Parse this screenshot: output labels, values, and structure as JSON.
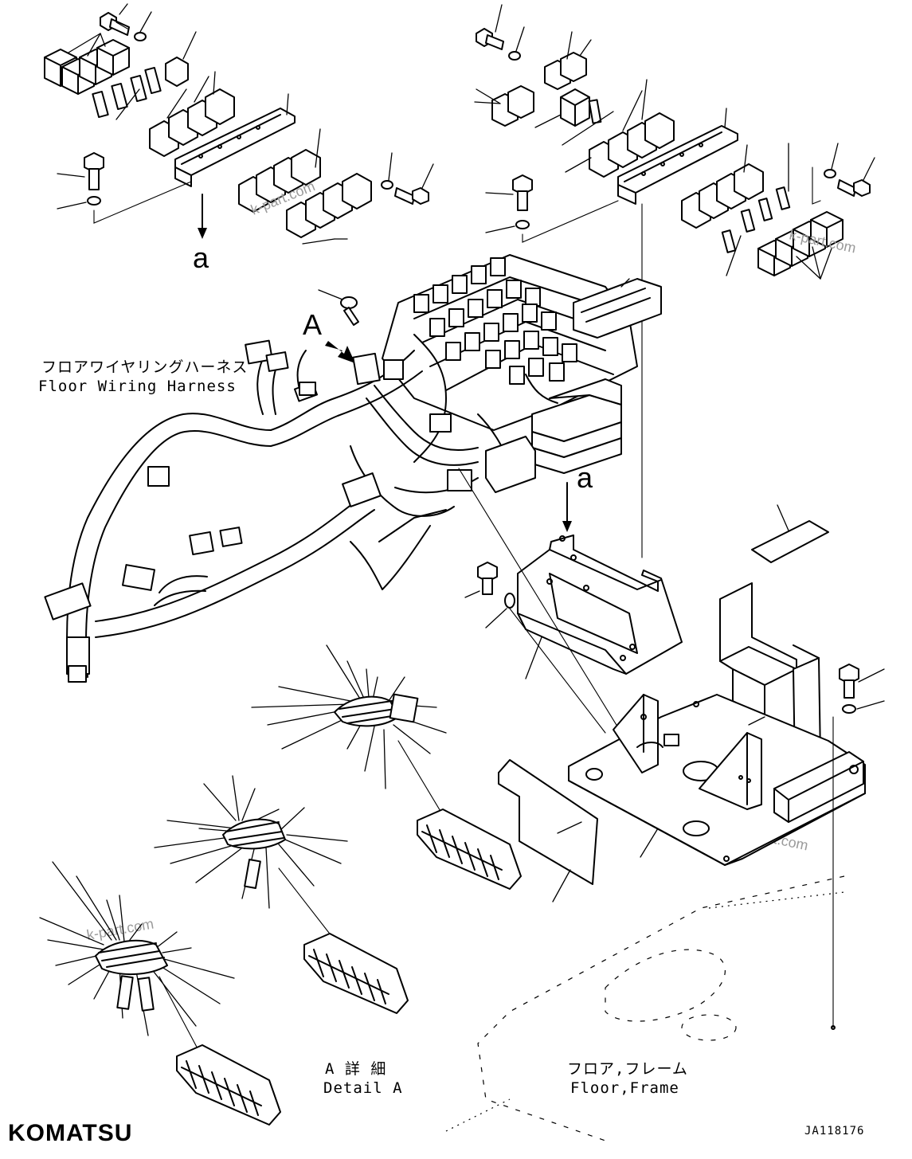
{
  "labels": {
    "harness_jp": "フロアワイヤリングハーネス",
    "harness_en": "Floor Wiring Harness",
    "detail_a_jp": "A 詳 細",
    "detail_a_en": "Detail A",
    "floor_frame_jp": "フロア,フレーム",
    "floor_frame_en": "Floor,Frame",
    "view_a": "A",
    "ref_a_top": "a",
    "ref_a_mid": "a"
  },
  "brand": "KOMATSU",
  "drawing_number": "JA118176",
  "watermark": "k-part.com"
}
